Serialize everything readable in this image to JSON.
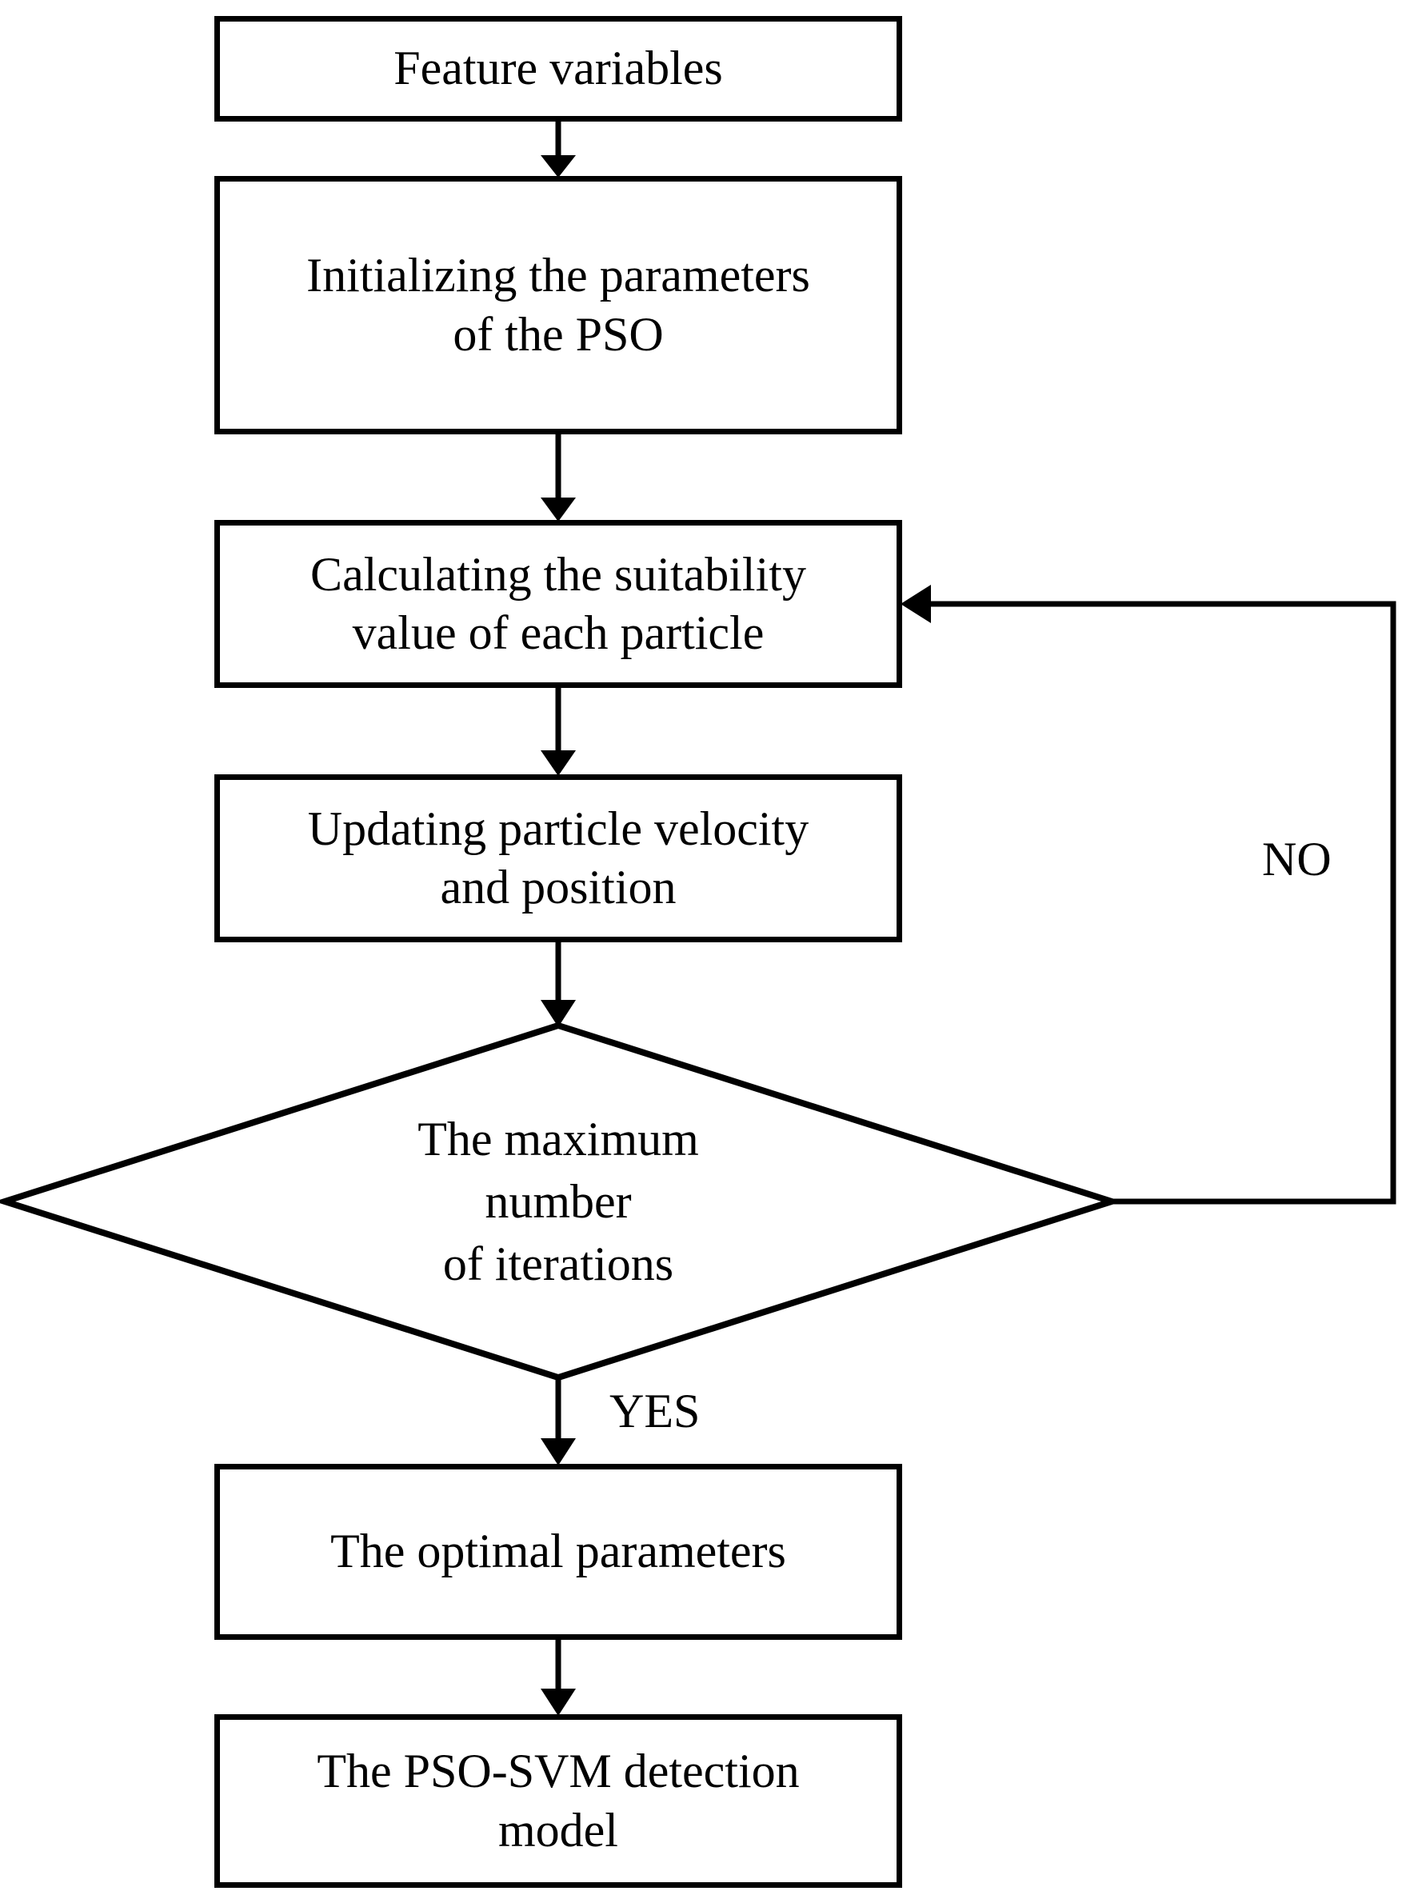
{
  "diagram": {
    "type": "flowchart",
    "title": "PSO-SVM detection model optimization flowchart",
    "colors": {
      "stroke": "#000000",
      "fill": "#ffffff",
      "text": "#000000"
    },
    "nodes": [
      {
        "id": "feature-variables",
        "shape": "rectangle",
        "label": "Feature variables"
      },
      {
        "id": "initialize-pso",
        "shape": "rectangle",
        "label": "Initializing the parameters\nof the PSO"
      },
      {
        "id": "calculate-suitability",
        "shape": "rectangle",
        "label": "Calculating the suitability\nvalue of each particle"
      },
      {
        "id": "update-particle",
        "shape": "rectangle",
        "label": "Updating particle velocity\nand position"
      },
      {
        "id": "max-iterations",
        "shape": "diamond",
        "label": "The maximum\nnumber\nof iterations"
      },
      {
        "id": "optimal-parameters",
        "shape": "rectangle",
        "label": "The optimal parameters"
      },
      {
        "id": "pso-svm-model",
        "shape": "rectangle",
        "label": "The PSO-SVM detection\nmodel"
      }
    ],
    "edges": [
      {
        "id": "e1",
        "from": "feature-variables",
        "to": "initialize-pso",
        "label": ""
      },
      {
        "id": "e2",
        "from": "initialize-pso",
        "to": "calculate-suitability",
        "label": ""
      },
      {
        "id": "e3",
        "from": "calculate-suitability",
        "to": "update-particle",
        "label": ""
      },
      {
        "id": "e4",
        "from": "update-particle",
        "to": "max-iterations",
        "label": ""
      },
      {
        "id": "e5",
        "from": "max-iterations",
        "to": "optimal-parameters",
        "label": "YES"
      },
      {
        "id": "e6",
        "from": "max-iterations",
        "to": "calculate-suitability",
        "label": "NO"
      },
      {
        "id": "e7",
        "from": "optimal-parameters",
        "to": "pso-svm-model",
        "label": ""
      }
    ],
    "edge_labels": {
      "no": "NO",
      "yes": "YES"
    }
  }
}
